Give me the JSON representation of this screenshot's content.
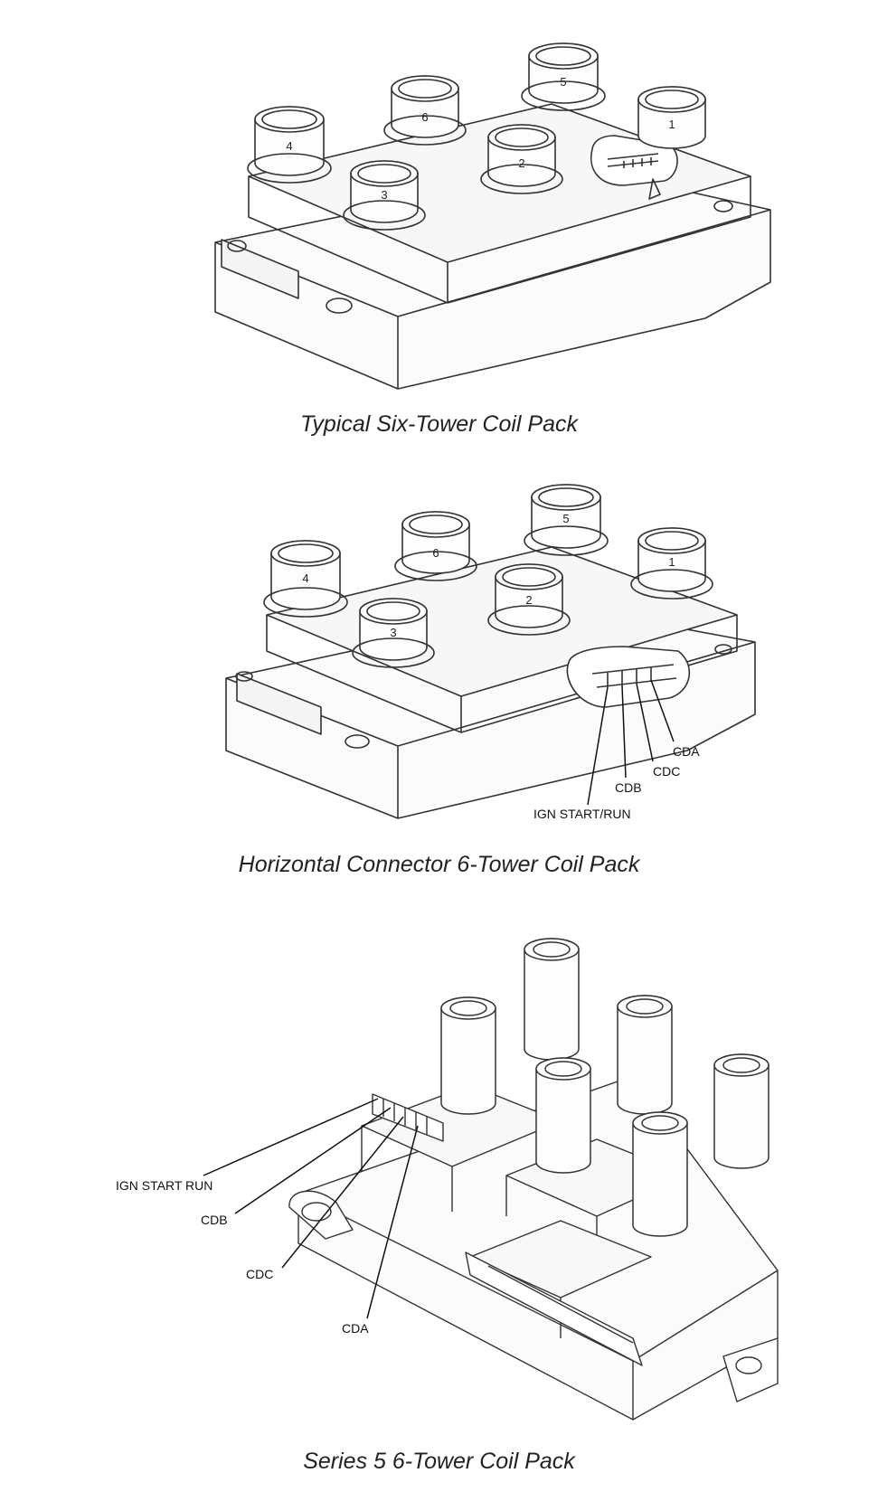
{
  "figures": [
    {
      "caption": "Typical Six-Tower Coil Pack",
      "tower_labels": [
        "1",
        "2",
        "3",
        "4",
        "5",
        "6"
      ]
    },
    {
      "caption": "Horizontal Connector 6-Tower Coil Pack",
      "tower_labels": [
        "1",
        "2",
        "3",
        "4",
        "5",
        "6"
      ],
      "pin_labels": [
        "CDA",
        "CDC",
        "CDB",
        "IGN START/RUN"
      ]
    },
    {
      "caption": "Series 5 6-Tower Coil Pack",
      "pin_labels": [
        "IGN START RUN",
        "CDB",
        "CDC",
        "CDA"
      ]
    }
  ]
}
